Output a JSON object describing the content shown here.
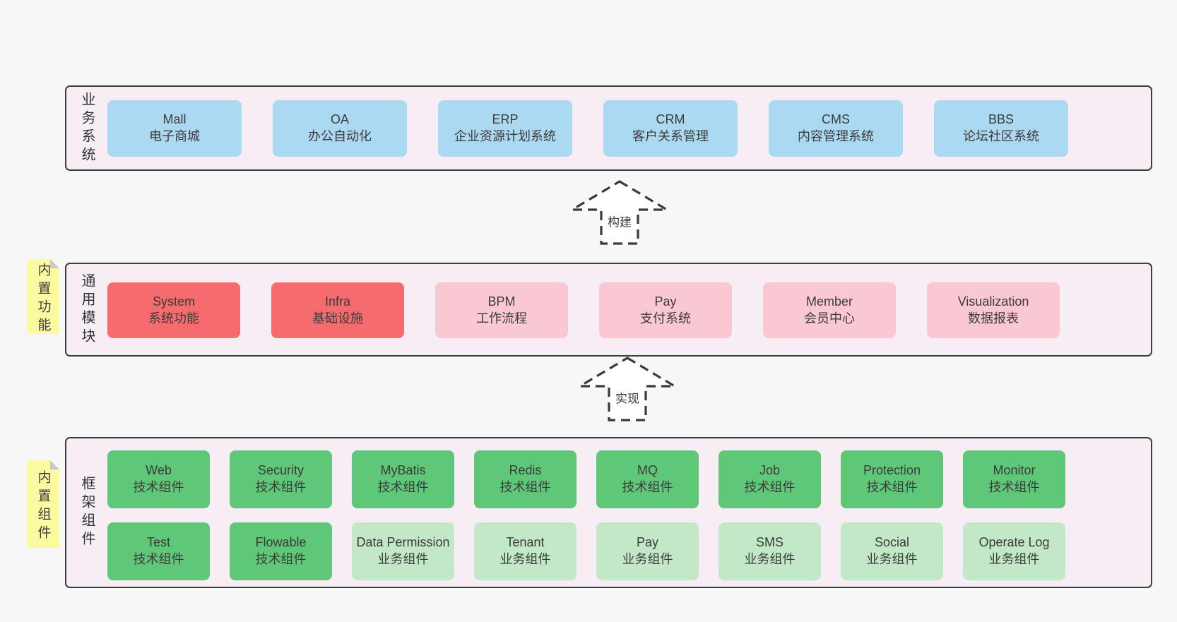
{
  "colors": {
    "page_background": "#f7f7f7",
    "layer_fill": "#f6edf5",
    "layer_border": "#3d3d3d",
    "blue_box": "#abd9f2",
    "red_box": "#f56b6e",
    "pink_box": "#fac8d2",
    "green_box": "#5fc878",
    "light_green_box": "#c3e8c8",
    "sticky_yellow": "#fbfaa0",
    "sticky_fold_gray": "#c9c9c9"
  },
  "arrows": [
    {
      "label": "构建"
    },
    {
      "label": "实现"
    }
  ],
  "layers": [
    {
      "label": "业务系统",
      "rows": [
        [
          {
            "en": "Mall",
            "zh": "电子商城"
          },
          {
            "en": "OA",
            "zh": "办公自动化"
          },
          {
            "en": "ERP",
            "zh": "企业资源计划系统"
          },
          {
            "en": "CRM",
            "zh": "客户关系管理"
          },
          {
            "en": "CMS",
            "zh": "内容管理系统"
          },
          {
            "en": "BBS",
            "zh": "论坛社区系统"
          }
        ]
      ]
    },
    {
      "label": "通用模块",
      "sticky": "内置功能",
      "rows": [
        [
          {
            "en": "System",
            "zh": "系统功能"
          },
          {
            "en": "Infra",
            "zh": "基础设施"
          },
          {
            "en": "BPM",
            "zh": "工作流程"
          },
          {
            "en": "Pay",
            "zh": "支付系统"
          },
          {
            "en": "Member",
            "zh": "会员中心"
          },
          {
            "en": "Visualization",
            "zh": "数据报表"
          }
        ]
      ]
    },
    {
      "label": "框架组件",
      "sticky": "内置组件",
      "rows": [
        [
          {
            "en": "Web",
            "zh": "技术组件"
          },
          {
            "en": "Security",
            "zh": "技术组件"
          },
          {
            "en": "MyBatis",
            "zh": "技术组件"
          },
          {
            "en": "Redis",
            "zh": "技术组件"
          },
          {
            "en": "MQ",
            "zh": "技术组件"
          },
          {
            "en": "Job",
            "zh": "技术组件"
          },
          {
            "en": "Protection",
            "zh": "技术组件"
          },
          {
            "en": "Monitor",
            "zh": "技术组件"
          }
        ],
        [
          {
            "en": "Test",
            "zh": "技术组件"
          },
          {
            "en": "Flowable",
            "zh": "技术组件"
          },
          {
            "en": "Data Permission",
            "zh": "业务组件"
          },
          {
            "en": "Tenant",
            "zh": "业务组件"
          },
          {
            "en": "Pay",
            "zh": "业务组件"
          },
          {
            "en": "SMS",
            "zh": "业务组件"
          },
          {
            "en": "Social",
            "zh": "业务组件"
          },
          {
            "en": "Operate Log",
            "zh": "业务组件"
          }
        ]
      ]
    }
  ]
}
